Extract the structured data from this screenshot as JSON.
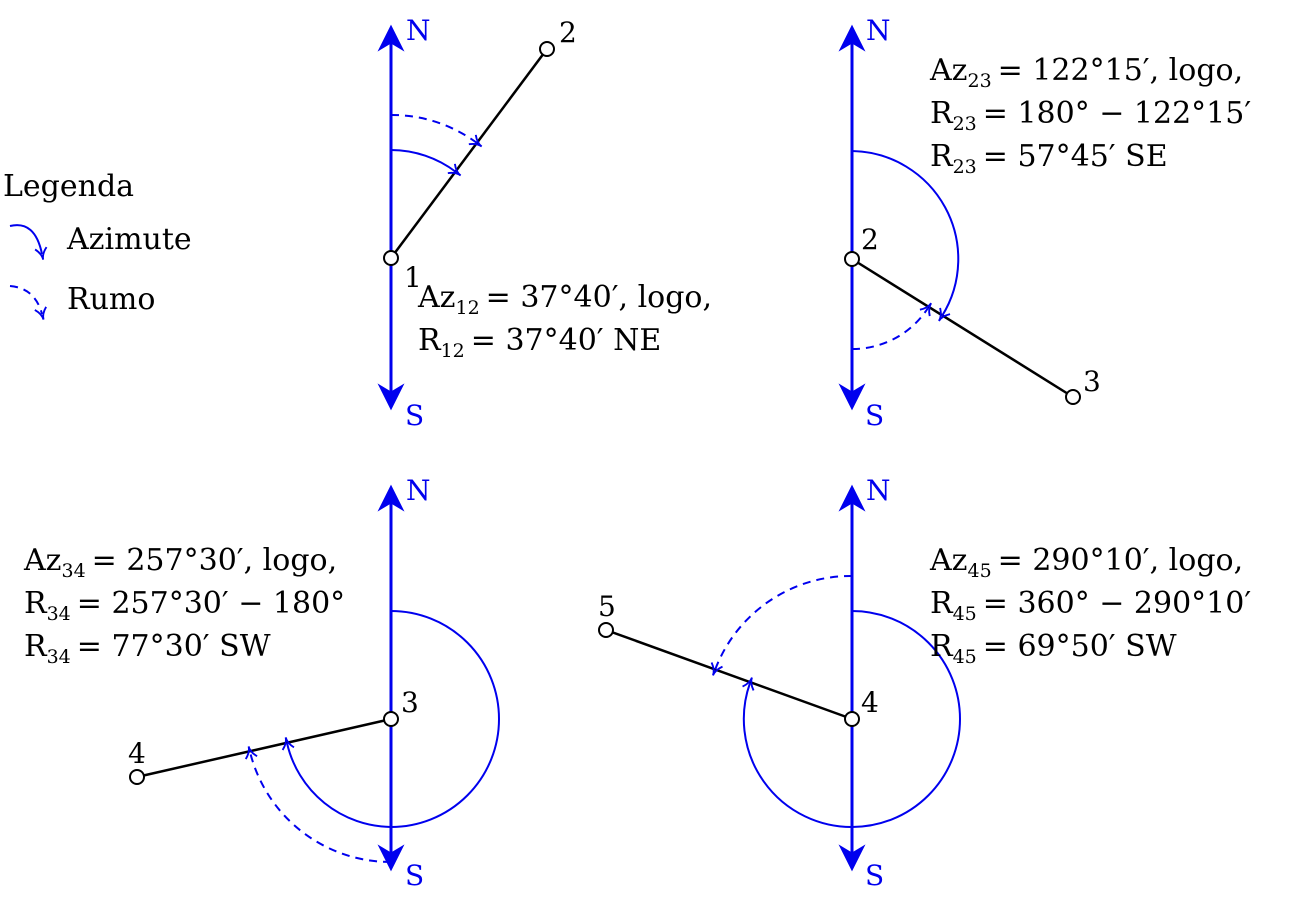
{
  "colors": {
    "azimuth": "#0000ee",
    "line": "#000000"
  },
  "legend": {
    "title": "Legenda",
    "azimuth_label": "Azimute",
    "bearing_label": "Rumo"
  },
  "directions": {
    "north": "N",
    "south": "S"
  },
  "panels": [
    {
      "id": "p12",
      "from_label": "1",
      "to_label": "2",
      "azimuth_line": {
        "prefix": "Az",
        "sub": "12",
        "value": "= 37°40′, logo,"
      },
      "bearing_formula": null,
      "bearing_result": {
        "prefix": "R",
        "sub": "12",
        "value": "= 37°40′ NE"
      }
    },
    {
      "id": "p23",
      "from_label": "2",
      "to_label": "3",
      "azimuth_line": {
        "prefix": "Az",
        "sub": "23",
        "value": "= 122°15′, logo,"
      },
      "bearing_formula": {
        "prefix": "R",
        "sub": "23",
        "value": "= 180° − 122°15′"
      },
      "bearing_result": {
        "prefix": "R",
        "sub": "23",
        "value": "= 57°45′ SE"
      }
    },
    {
      "id": "p34",
      "from_label": "3",
      "to_label": "4",
      "azimuth_line": {
        "prefix": "Az",
        "sub": "34",
        "value": "= 257°30′, logo,"
      },
      "bearing_formula": {
        "prefix": "R",
        "sub": "34",
        "value": "= 257°30′ − 180°"
      },
      "bearing_result": {
        "prefix": "R",
        "sub": "34",
        "value": "= 77°30′ SW"
      }
    },
    {
      "id": "p45",
      "from_label": "4",
      "to_label": "5",
      "azimuth_line": {
        "prefix": "Az",
        "sub": "45",
        "value": "= 290°10′, logo,"
      },
      "bearing_formula": {
        "prefix": "R",
        "sub": "45",
        "value": "= 360° − 290°10′"
      },
      "bearing_result": {
        "prefix": "R",
        "sub": "45",
        "value": "= 69°50′ SW"
      }
    }
  ]
}
